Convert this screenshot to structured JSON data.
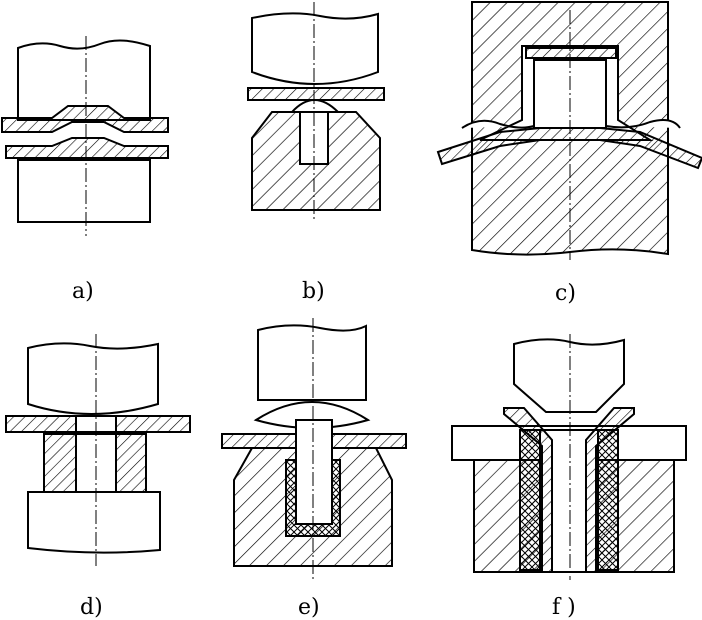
{
  "labels": {
    "a": "a)",
    "b": "b)",
    "c": "c)",
    "d": "d)",
    "e": "e)",
    "f": "f )"
  }
}
